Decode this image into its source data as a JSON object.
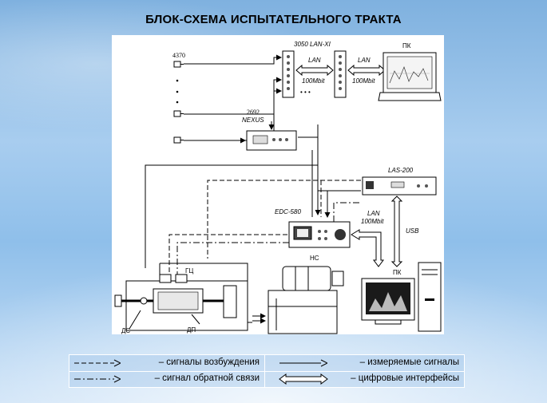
{
  "slide": {
    "title": "БЛОК-СХЕМА ИСПЫТАТЕЛЬНОГО ТРАКТА"
  },
  "diagram": {
    "labels": {
      "sensor_top": "4370",
      "lanxi": "3050 LAN-XI",
      "lan1_a": "LAN",
      "lan1_b": "100Mbit",
      "lan2_a": "LAN",
      "lan2_b": "100Mbit",
      "pc_top": "ПК",
      "nexus_a": "2692",
      "nexus_b": "NEXUS",
      "las": "LAS-200",
      "edc": "EDC-580",
      "lan3_a": "LAN",
      "lan3_b": "100Mbit",
      "usb": "USB",
      "pc_bottom": "ПК",
      "pump": "НС",
      "gc": "ГЦ",
      "ds": "ДС",
      "dp": "ДП",
      "dots": "•  •  •"
    }
  },
  "legend": {
    "excitation": "– сигналы возбуждения",
    "measured": "– измеряемые сигналы",
    "feedback": "– сигнал  обратной связи",
    "digital": "– цифровые интерфейсы"
  }
}
